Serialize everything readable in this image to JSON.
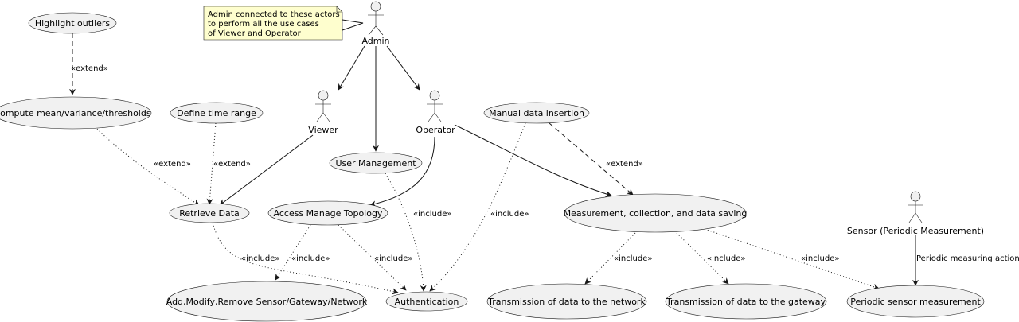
{
  "note": {
    "lines": [
      "Admin connected to these actors",
      "to perform all the use cases",
      "of Viewer and Operator"
    ]
  },
  "actors": {
    "admin": "Admin",
    "viewer": "Viewer",
    "operator": "Operator",
    "sensor": "Sensor (Periodic Measurement)"
  },
  "use_cases": {
    "highlight_outliers": "Highlight outliers",
    "compute_stats": "Compute mean/variance/thresholds",
    "define_time_range": "Define time range",
    "retrieve_data": "Retrieve Data",
    "user_management": "User Management",
    "manual_insertion": "Manual data insertion",
    "access_topology": "Access Manage Topology",
    "measurement": "Measurement, collection, and data saving",
    "add_modify_remove": "Add,Modify,Remove Sensor/Gateway/Network",
    "authentication": "Authentication",
    "tx_network": "Transmission of data to the network",
    "tx_gateway": "Transmission of data to the gateway",
    "periodic_measurement": "Periodic sensor measurement"
  },
  "relations": {
    "extend_outliers": "«extend»",
    "extend_compute": "«extend»",
    "extend_time": "«extend»",
    "extend_manual": "«extend»",
    "include_retrieve": "«include»",
    "include_topo_add": "«include»",
    "include_topo_auth": "«include»",
    "include_usermgmt": "«include»",
    "include_manual": "«include»",
    "include_tx_net": "«include»",
    "include_tx_gw": "«include»",
    "include_periodic": "«include»",
    "periodic_action": "Periodic measuring action"
  }
}
